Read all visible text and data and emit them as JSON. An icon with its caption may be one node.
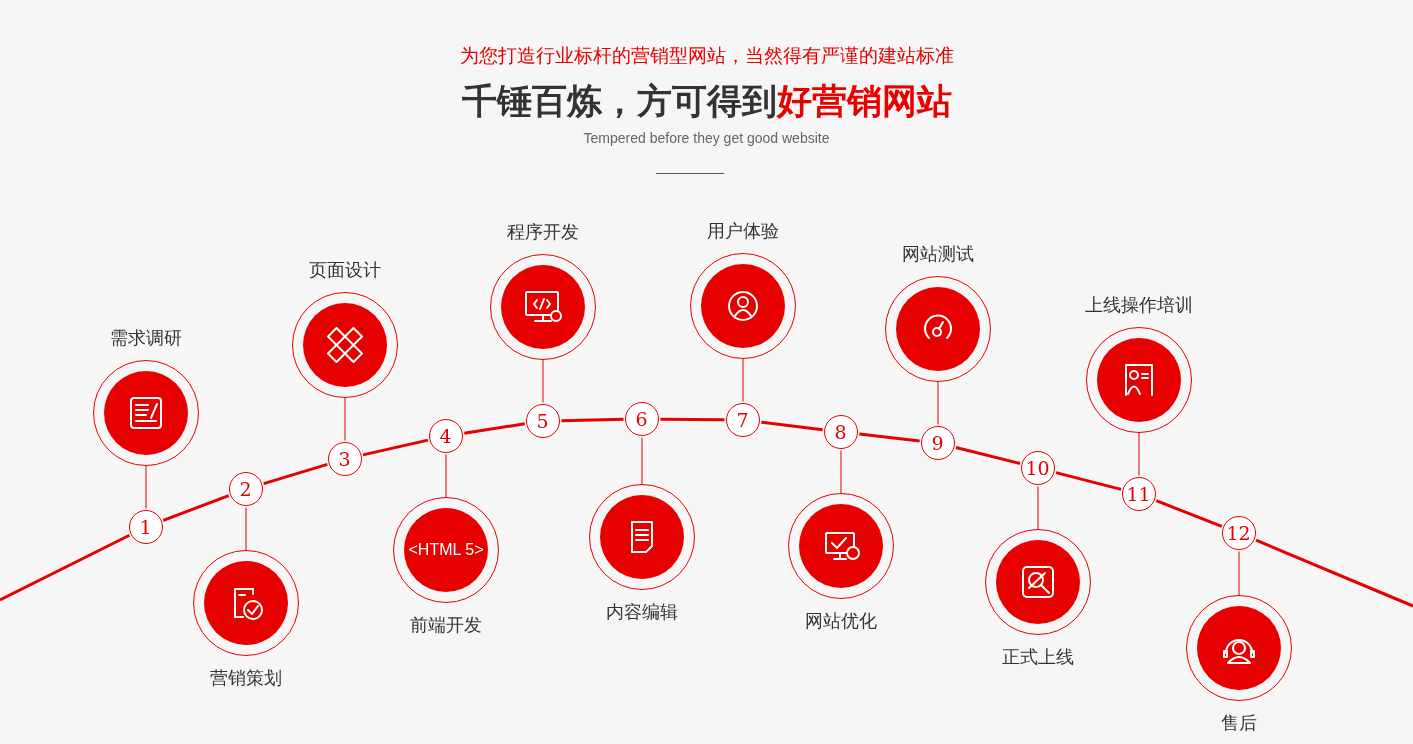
{
  "diagram": {
    "title": "千锤百炼，方可得到**好营销网站**",
    "nodes": [
      {
        "text": [
          "需求调研"
        ]
      },
      {
        "text": [
          "1"
        ]
      },
      {
        "text": [
          "营销策划"
        ]
      },
      {
        "text": [
          "2"
        ]
      },
      {
        "text": [
          "页面设计"
        ]
      },
      {
        "text": [
          "3"
        ]
      },
      {
        "text": [
          "<HTML 5>",
          "前端开发"
        ]
      },
      {
        "text": [
          "4"
        ]
      },
      {
        "text": [
          "程序开发"
        ]
      },
      {
        "text": [
          "5"
        ]
      },
      {
        "text": [
          "内容编辑"
        ]
      },
      {
        "text": [
          "6"
        ]
      },
      {
        "text": [
          "用户体验"
        ]
      },
      {
        "text": [
          "7"
        ]
      },
      {
        "text": [
          "网站优化"
        ]
      },
      {
        "text": [
          "8"
        ]
      },
      {
        "text": [
          "网站测试"
        ]
      },
      {
        "text": [
          "9"
        ]
      },
      {
        "text": [
          "正式上线"
        ]
      },
      {
        "text": [
          "10"
        ]
      },
      {
        "text": [
          "上线操作培训"
        ]
      },
      {
        "text": [
          "11"
        ]
      },
      {
        "text": [
          "售后"
        ]
      },
      {
        "text": [
          "12"
        ]
      }
    ],
    "edges": [
      {
        "from": 1,
        "to": 0,
        "arrow": "none"
      },
      {
        "from": 3,
        "to": 2,
        "arrow": "none"
      },
      {
        "from": 5,
        "to": 4,
        "arrow": "none"
      },
      {
        "from": 7,
        "to": 6,
        "arrow": "none"
      },
      {
        "from": 9,
        "to": 8,
        "arrow": "none"
      },
      {
        "from": 11,
        "to": 10,
        "arrow": "none"
      },
      {
        "from": 13,
        "to": 12,
        "arrow": "none"
      },
      {
        "from": 15,
        "to": 14,
        "arrow": "none"
      },
      {
        "from": 17,
        "to": 16,
        "arrow": "none"
      },
      {
        "from": 19,
        "to": 18,
        "arrow": "none"
      },
      {
        "from": 21,
        "to": 20,
        "arrow": "none"
      },
      {
        "from": 23,
        "to": 22,
        "arrow": "none"
      },
      {
        "from": null,
        "to": 1,
        "arrow": "none"
      },
      {
        "from": 1,
        "to": 3,
        "arrow": "none"
      },
      {
        "from": 3,
        "to": 5,
        "arrow": "none"
      },
      {
        "from": 5,
        "to": 7,
        "arrow": "none"
      },
      {
        "from": 7,
        "to": 9,
        "arrow": "none"
      },
      {
        "from": 9,
        "to": 11,
        "arrow": "none"
      },
      {
        "from": 11,
        "to": 13,
        "arrow": "none"
      },
      {
        "from": 13,
        "to": 15,
        "arrow": "none"
      },
      {
        "from": 15,
        "to": 17,
        "arrow": "none"
      },
      {
        "from": 17,
        "to": 19,
        "arrow": "none"
      },
      {
        "from": 19,
        "to": 21,
        "arrow": "none"
      },
      {
        "from": 21,
        "to": 23,
        "arrow": "none"
      },
      {
        "from": 23,
        "to": null,
        "arrow": "none"
      }
    ],
    "labels": [
      "为您打造行业标杆的营销型网站，当然得有严谨的建站标准",
      "Tempered before they get good website"
    ]
  }
}
